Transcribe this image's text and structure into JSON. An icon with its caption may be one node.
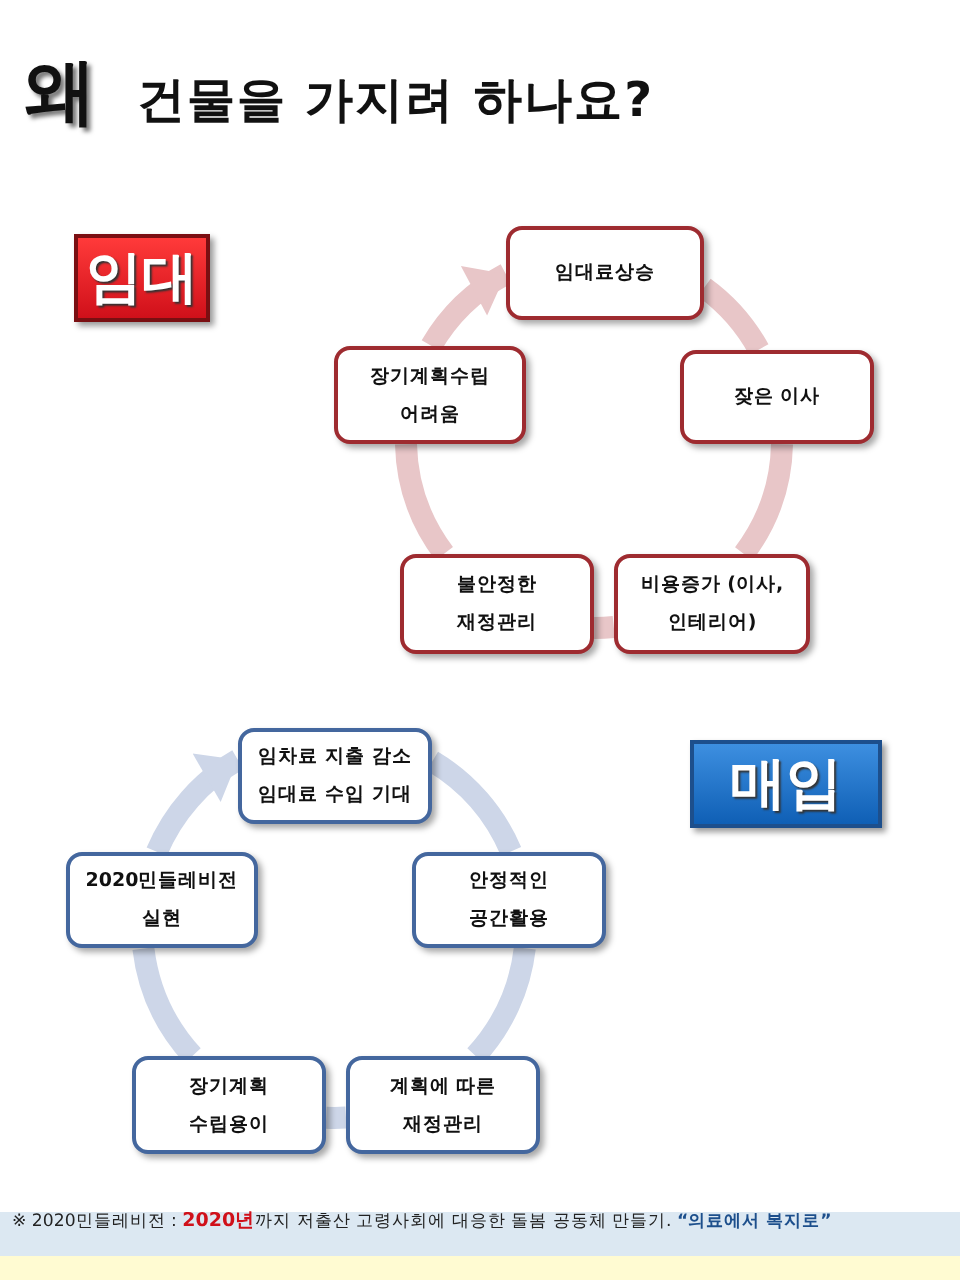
{
  "diagram": {
    "title": "**왜** 건물을 가지려 하나요?",
    "nodes": [
      {
        "text": [
          "임대"
        ]
      },
      {
        "text": [
          "임대료상승"
        ]
      },
      {
        "text": [
          "장기계획수립 어려움"
        ]
      },
      {
        "text": [
          "잦은 이사"
        ]
      },
      {
        "text": [
          "불안정한 재정관리"
        ]
      },
      {
        "text": [
          "비용증가 (이사, 인테리어)"
        ]
      },
      {
        "text": [
          "임차료 지출 감소 임대료 수입 기대"
        ]
      },
      {
        "text": [
          "매입"
        ]
      },
      {
        "text": [
          "2020민들레비전 실현"
        ]
      },
      {
        "text": [
          "안정적인 공간활용"
        ]
      },
      {
        "text": [
          "장기계획 수립용이"
        ]
      },
      {
        "text": [
          "계획에 따른 재정관리"
        ]
      }
    ],
    "edges": [
      {
        "from": 1,
        "to": 3,
        "arrow": "none",
        "color": "#e8c6c8"
      },
      {
        "from": 3,
        "to": 5,
        "arrow": "none",
        "color": "#e8c6c8"
      },
      {
        "from": 5,
        "to": 4,
        "arrow": "none",
        "color": "#e8c6c8"
      },
      {
        "from": 4,
        "to": 2,
        "arrow": "none",
        "color": "#e8c6c8"
      },
      {
        "from": 2,
        "to": 1,
        "arrow": "to",
        "color": "#e8c6c8"
      },
      {
        "from": 6,
        "to": 9,
        "arrow": "none",
        "color": "#cdd6e8"
      },
      {
        "from": 9,
        "to": 11,
        "arrow": "none",
        "color": "#cdd6e8"
      },
      {
        "from": 11,
        "to": 10,
        "arrow": "none",
        "color": "#cdd6e8"
      },
      {
        "from": 10,
        "to": 8,
        "arrow": "none",
        "color": "#cdd6e8"
      },
      {
        "from": 8,
        "to": 6,
        "arrow": "to",
        "color": "#cdd6e8"
      }
    ],
    "labels": [
      "※ 2020민들레비전 : **2020년**까지 저출산 고령사회에 대응한 돌봄 공동체 만들기. **“의료에서 복지로”**"
    ]
  }
}
